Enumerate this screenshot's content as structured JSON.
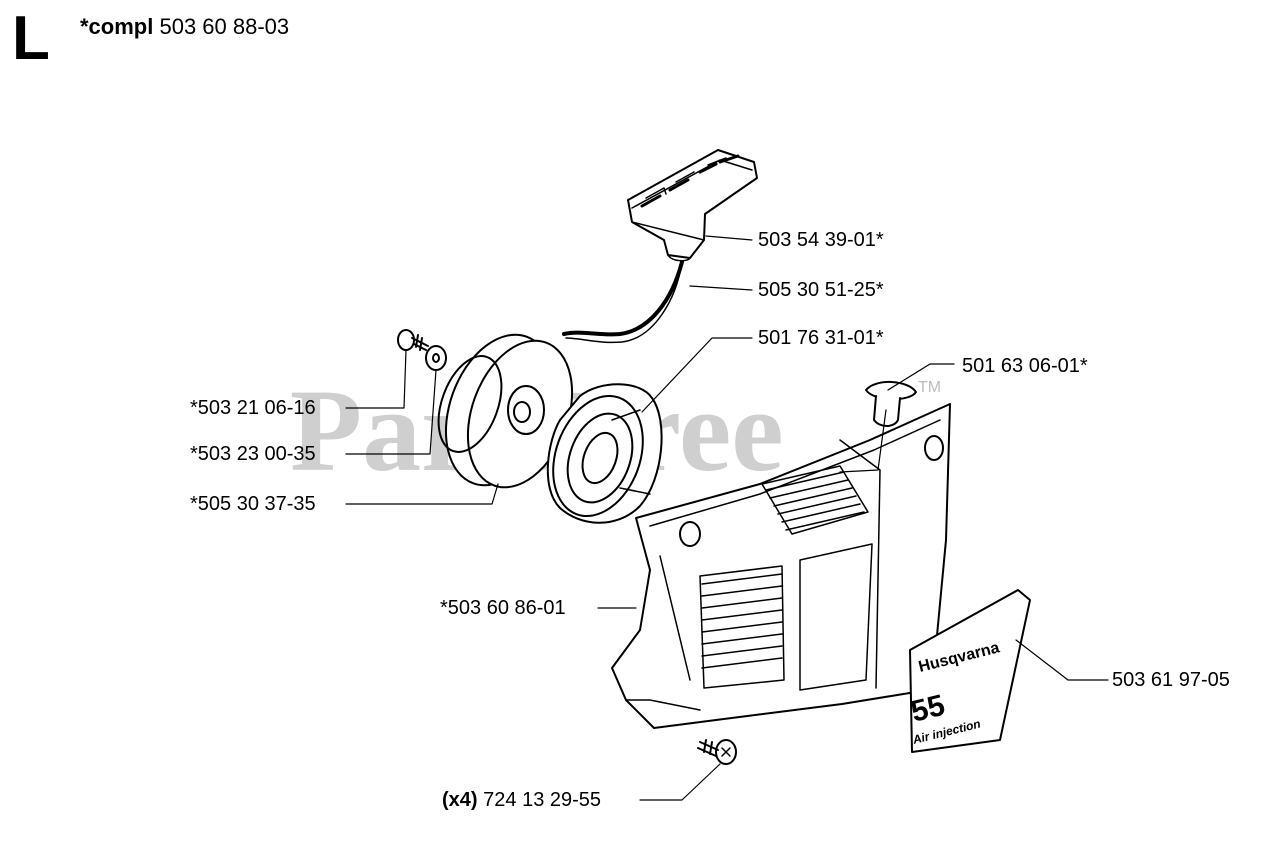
{
  "section": {
    "letter": "L",
    "prefix": "*compl",
    "number": "503 60 88-03"
  },
  "watermark": {
    "text": "PartsTree",
    "tm": "TM"
  },
  "decal": {
    "brand": "Husqvarna",
    "model": "55",
    "subtitle": "Air injection"
  },
  "parts": [
    {
      "id": "starter-handle",
      "label": "503 54 39-01*"
    },
    {
      "id": "starter-rope",
      "label": "505 30 51-25*"
    },
    {
      "id": "recoil-spring",
      "label": "501 76 31-01*"
    },
    {
      "id": "rubber-plug",
      "label": "501 63 06-01*"
    },
    {
      "id": "screw",
      "label": "*503 21 06-16"
    },
    {
      "id": "washer",
      "label": "*503 23 00-35"
    },
    {
      "id": "rope-pulley",
      "label": "*505 30 37-35"
    },
    {
      "id": "starter-housing",
      "label": "*503 60 86-01"
    },
    {
      "id": "decal",
      "label": "503 61 97-05"
    },
    {
      "id": "housing-screw",
      "qty": "(x4)",
      "label": "724 13 29-55"
    }
  ],
  "colors": {
    "line": "#000000",
    "watermark": "#c8c8c8"
  }
}
